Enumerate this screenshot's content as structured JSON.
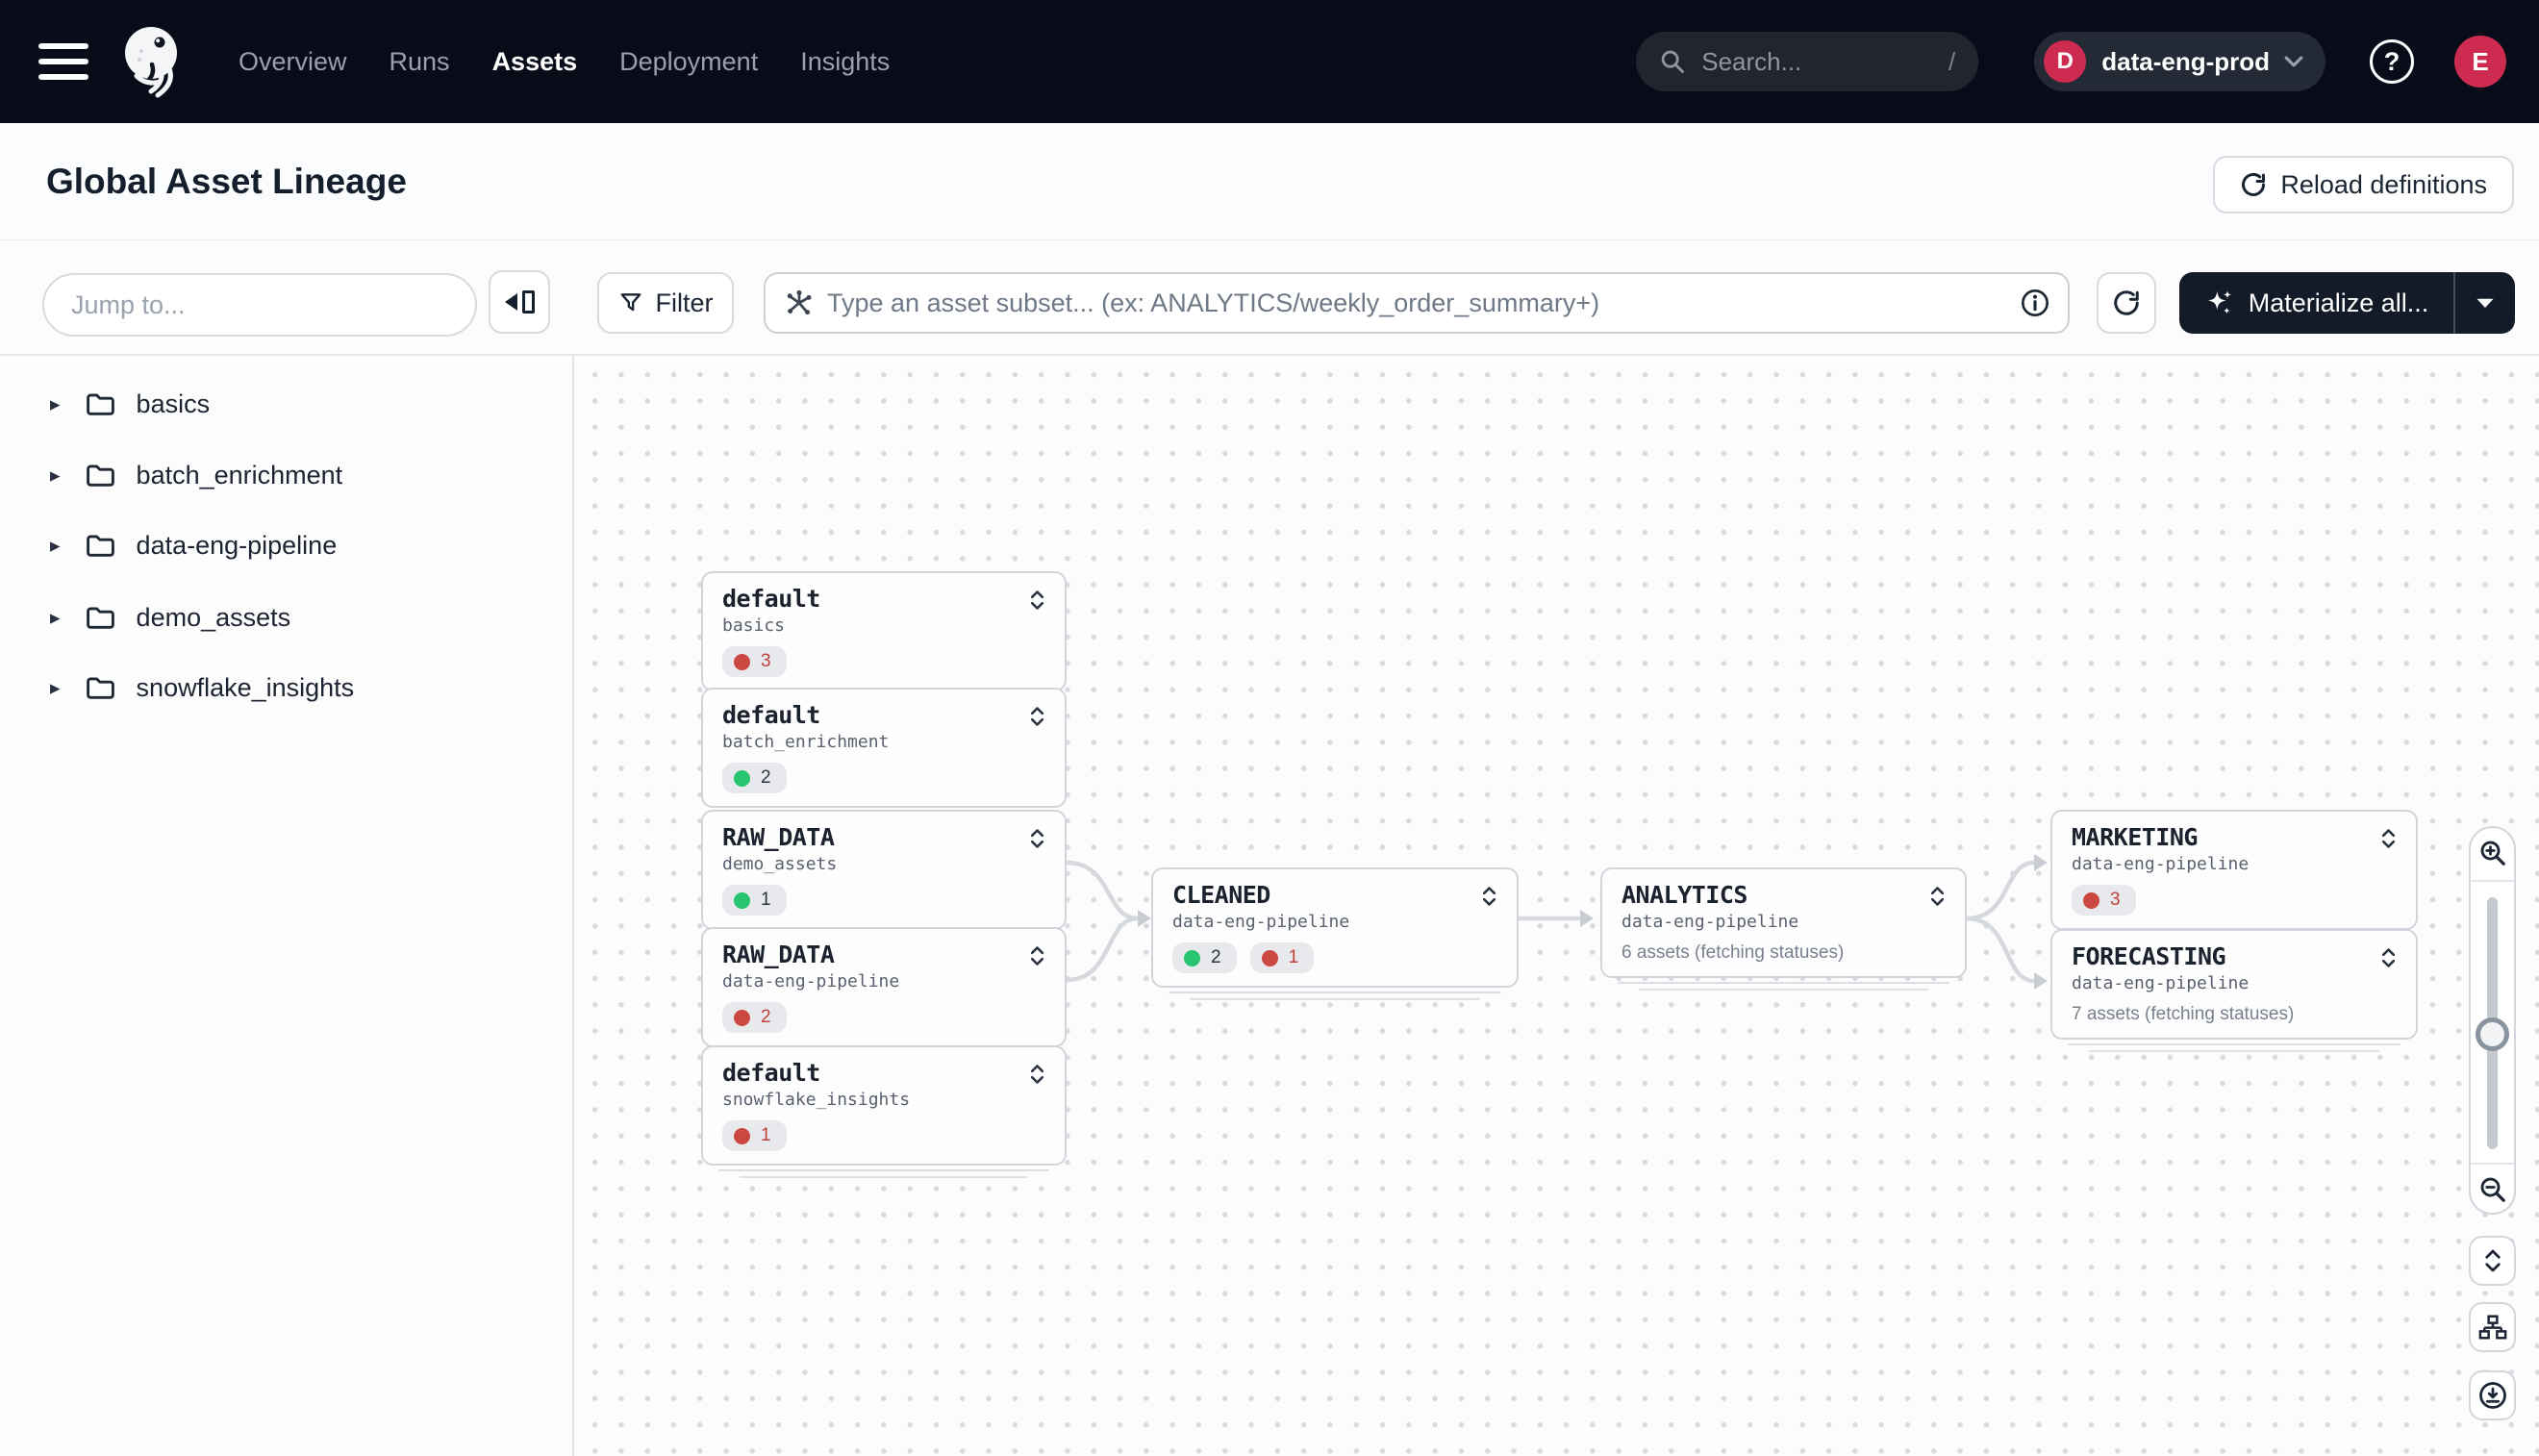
{
  "nav": {
    "links": [
      {
        "label": "Overview"
      },
      {
        "label": "Runs"
      },
      {
        "label": "Assets"
      },
      {
        "label": "Deployment"
      },
      {
        "label": "Insights"
      }
    ],
    "search_placeholder": "Search...",
    "search_shortcut": "/",
    "deployment": {
      "initial": "D",
      "name": "data-eng-prod"
    },
    "help_glyph": "?",
    "avatar_initial": "E"
  },
  "header": {
    "title": "Global Asset Lineage",
    "reload_label": "Reload definitions"
  },
  "sidebar": {
    "jump_placeholder": "Jump to...",
    "items": [
      {
        "label": "basics"
      },
      {
        "label": "batch_enrichment"
      },
      {
        "label": "data-eng-pipeline"
      },
      {
        "label": "demo_assets"
      },
      {
        "label": "snowflake_insights"
      }
    ]
  },
  "toolbar": {
    "filter_label": "Filter",
    "subset_placeholder": "Type an asset subset... (ex: ANALYTICS/weekly_order_summary+)",
    "materialize_label": "Materialize all..."
  },
  "graph": {
    "nodes": [
      {
        "title": "default",
        "subtitle": "basics",
        "badges": [
          {
            "status": "failed",
            "count": "3"
          }
        ]
      },
      {
        "title": "default",
        "subtitle": "batch_enrichment",
        "badges": [
          {
            "status": "materialized",
            "count": "2"
          }
        ]
      },
      {
        "title": "RAW_DATA",
        "subtitle": "demo_assets",
        "badges": [
          {
            "status": "materialized",
            "count": "1"
          }
        ]
      },
      {
        "title": "RAW_DATA",
        "subtitle": "data-eng-pipeline",
        "badges": [
          {
            "status": "failed",
            "count": "2"
          }
        ]
      },
      {
        "title": "default",
        "subtitle": "snowflake_insights",
        "badges": [
          {
            "status": "failed",
            "count": "1"
          }
        ]
      },
      {
        "title": "CLEANED",
        "subtitle": "data-eng-pipeline",
        "badges": [
          {
            "status": "materialized",
            "count": "2"
          },
          {
            "status": "failed",
            "count": "1"
          }
        ]
      },
      {
        "title": "ANALYTICS",
        "subtitle": "data-eng-pipeline",
        "note": "6 assets (fetching statuses)"
      },
      {
        "title": "MARKETING",
        "subtitle": "data-eng-pipeline",
        "badges": [
          {
            "status": "failed",
            "count": "3"
          }
        ]
      },
      {
        "title": "FORECASTING",
        "subtitle": "data-eng-pipeline",
        "note": "7 assets (fetching statuses)"
      }
    ]
  },
  "colors": {
    "nav_bg": "#080c18",
    "accent_crimson": "#cd2c50",
    "status_red": "#cb4742",
    "status_green": "#27c56f",
    "materialize_bg": "#131a28",
    "edge": "#d5d8dd"
  }
}
